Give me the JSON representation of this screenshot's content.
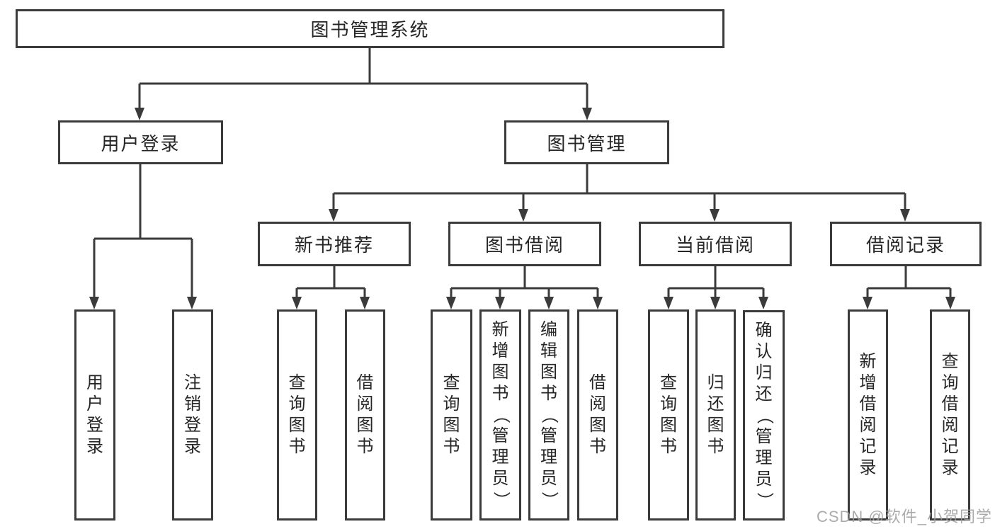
{
  "diagram_title": "图书管理系统",
  "tree": {
    "root": {
      "label": "图书管理系统"
    },
    "level2": [
      {
        "label": "用户登录",
        "children": [
          {
            "label": "用户登录"
          },
          {
            "label": "注销登录"
          }
        ]
      },
      {
        "label": "图书管理",
        "children": [
          {
            "label": "新书推荐",
            "children": [
              {
                "label": "查询图书"
              },
              {
                "label": "借阅图书"
              }
            ]
          },
          {
            "label": "图书借阅",
            "children": [
              {
                "label": "查询图书"
              },
              {
                "label": "新增图书（管理员）"
              },
              {
                "label": "编辑图书（管理员）"
              },
              {
                "label": "借阅图书"
              }
            ]
          },
          {
            "label": "当前借阅",
            "children": [
              {
                "label": "查询图书"
              },
              {
                "label": "归还图书"
              },
              {
                "label": "确认归还（管理员）"
              }
            ]
          },
          {
            "label": "借阅记录",
            "children": [
              {
                "label": "新增借阅记录"
              },
              {
                "label": "查询借阅记录"
              }
            ]
          }
        ]
      }
    ]
  },
  "watermark": "CSDN @软件_小贺同学",
  "colors": {
    "line": "#3b3b3b",
    "box_border": "#3b3b3b",
    "text": "#262626",
    "watermark_text": "#9d9d9d",
    "background": "#ffffff"
  }
}
